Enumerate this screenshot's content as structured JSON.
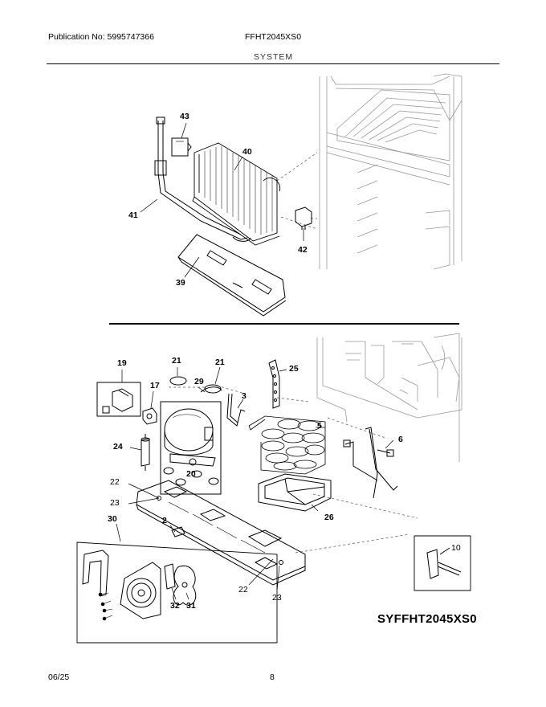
{
  "header": {
    "publication": "Publication No: 5995747366",
    "model": "FFHT2045XS0",
    "section_title": "SYSTEM"
  },
  "callouts": {
    "c43": "43",
    "c40": "40",
    "c41": "41",
    "c42": "42",
    "c39": "39",
    "c19": "19",
    "c21a": "21",
    "c21b": "21",
    "c25": "25",
    "c17": "17",
    "c29": "29",
    "c3": "3",
    "c5": "5",
    "c24": "24",
    "c6": "6",
    "c20": "20",
    "c22a": "22",
    "c23a": "23",
    "c26": "26",
    "c30": "30",
    "c2": "2",
    "c10": "10",
    "c32": "32",
    "c31": "31",
    "c22b": "22",
    "c23b": "23"
  },
  "diagram_id": "SYFFHT2045XS0",
  "footer": {
    "date": "06/25",
    "page": "8"
  }
}
